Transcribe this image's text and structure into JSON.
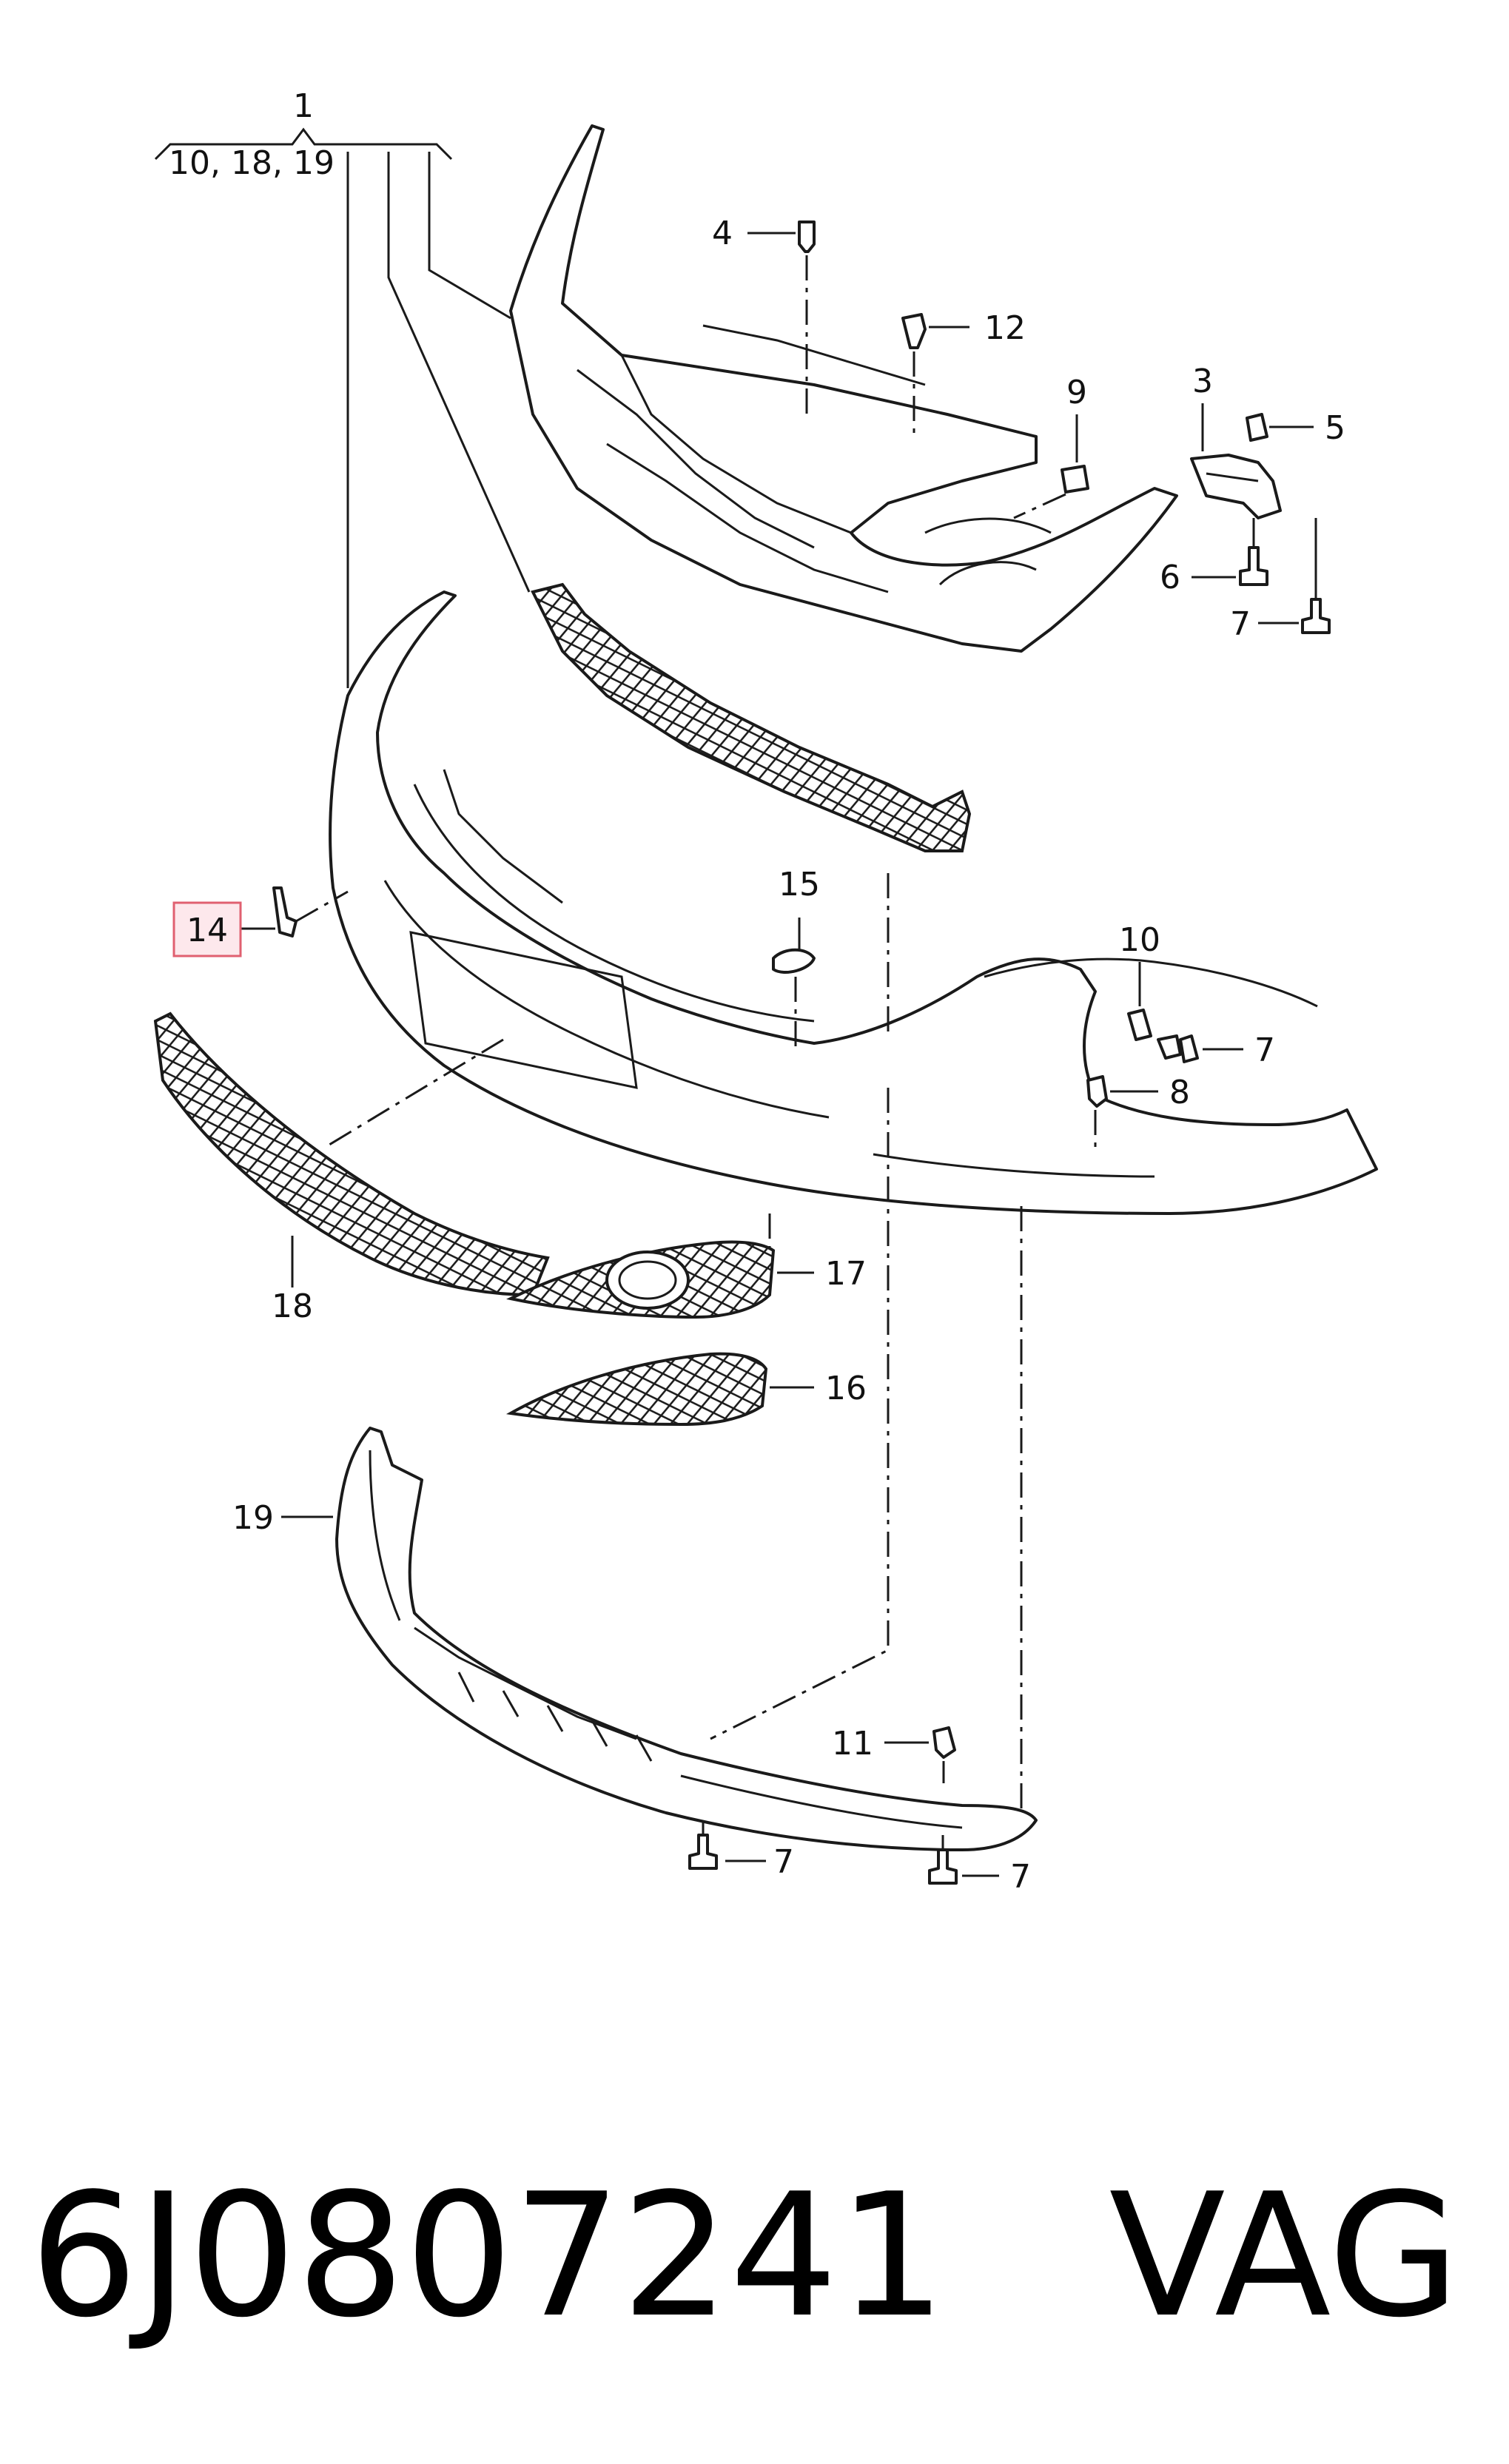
{
  "diagram": {
    "callouts": {
      "c1": "1",
      "c1_sub": "10, 18, 19",
      "c3": "3",
      "c4": "4",
      "c5": "5",
      "c6": "6",
      "c7a": "7",
      "c7b": "7",
      "c7c": "7",
      "c7d": "7",
      "c8": "8",
      "c9": "9",
      "c10": "10",
      "c11": "11",
      "c12": "12",
      "c14": "14",
      "c15": "15",
      "c16": "16",
      "c17": "17",
      "c18": "18",
      "c19": "19"
    },
    "highlighted_callout": "14",
    "highlight_color": "#e06070"
  },
  "caption": {
    "part_number": "6J0807241",
    "brand": "VAG"
  }
}
